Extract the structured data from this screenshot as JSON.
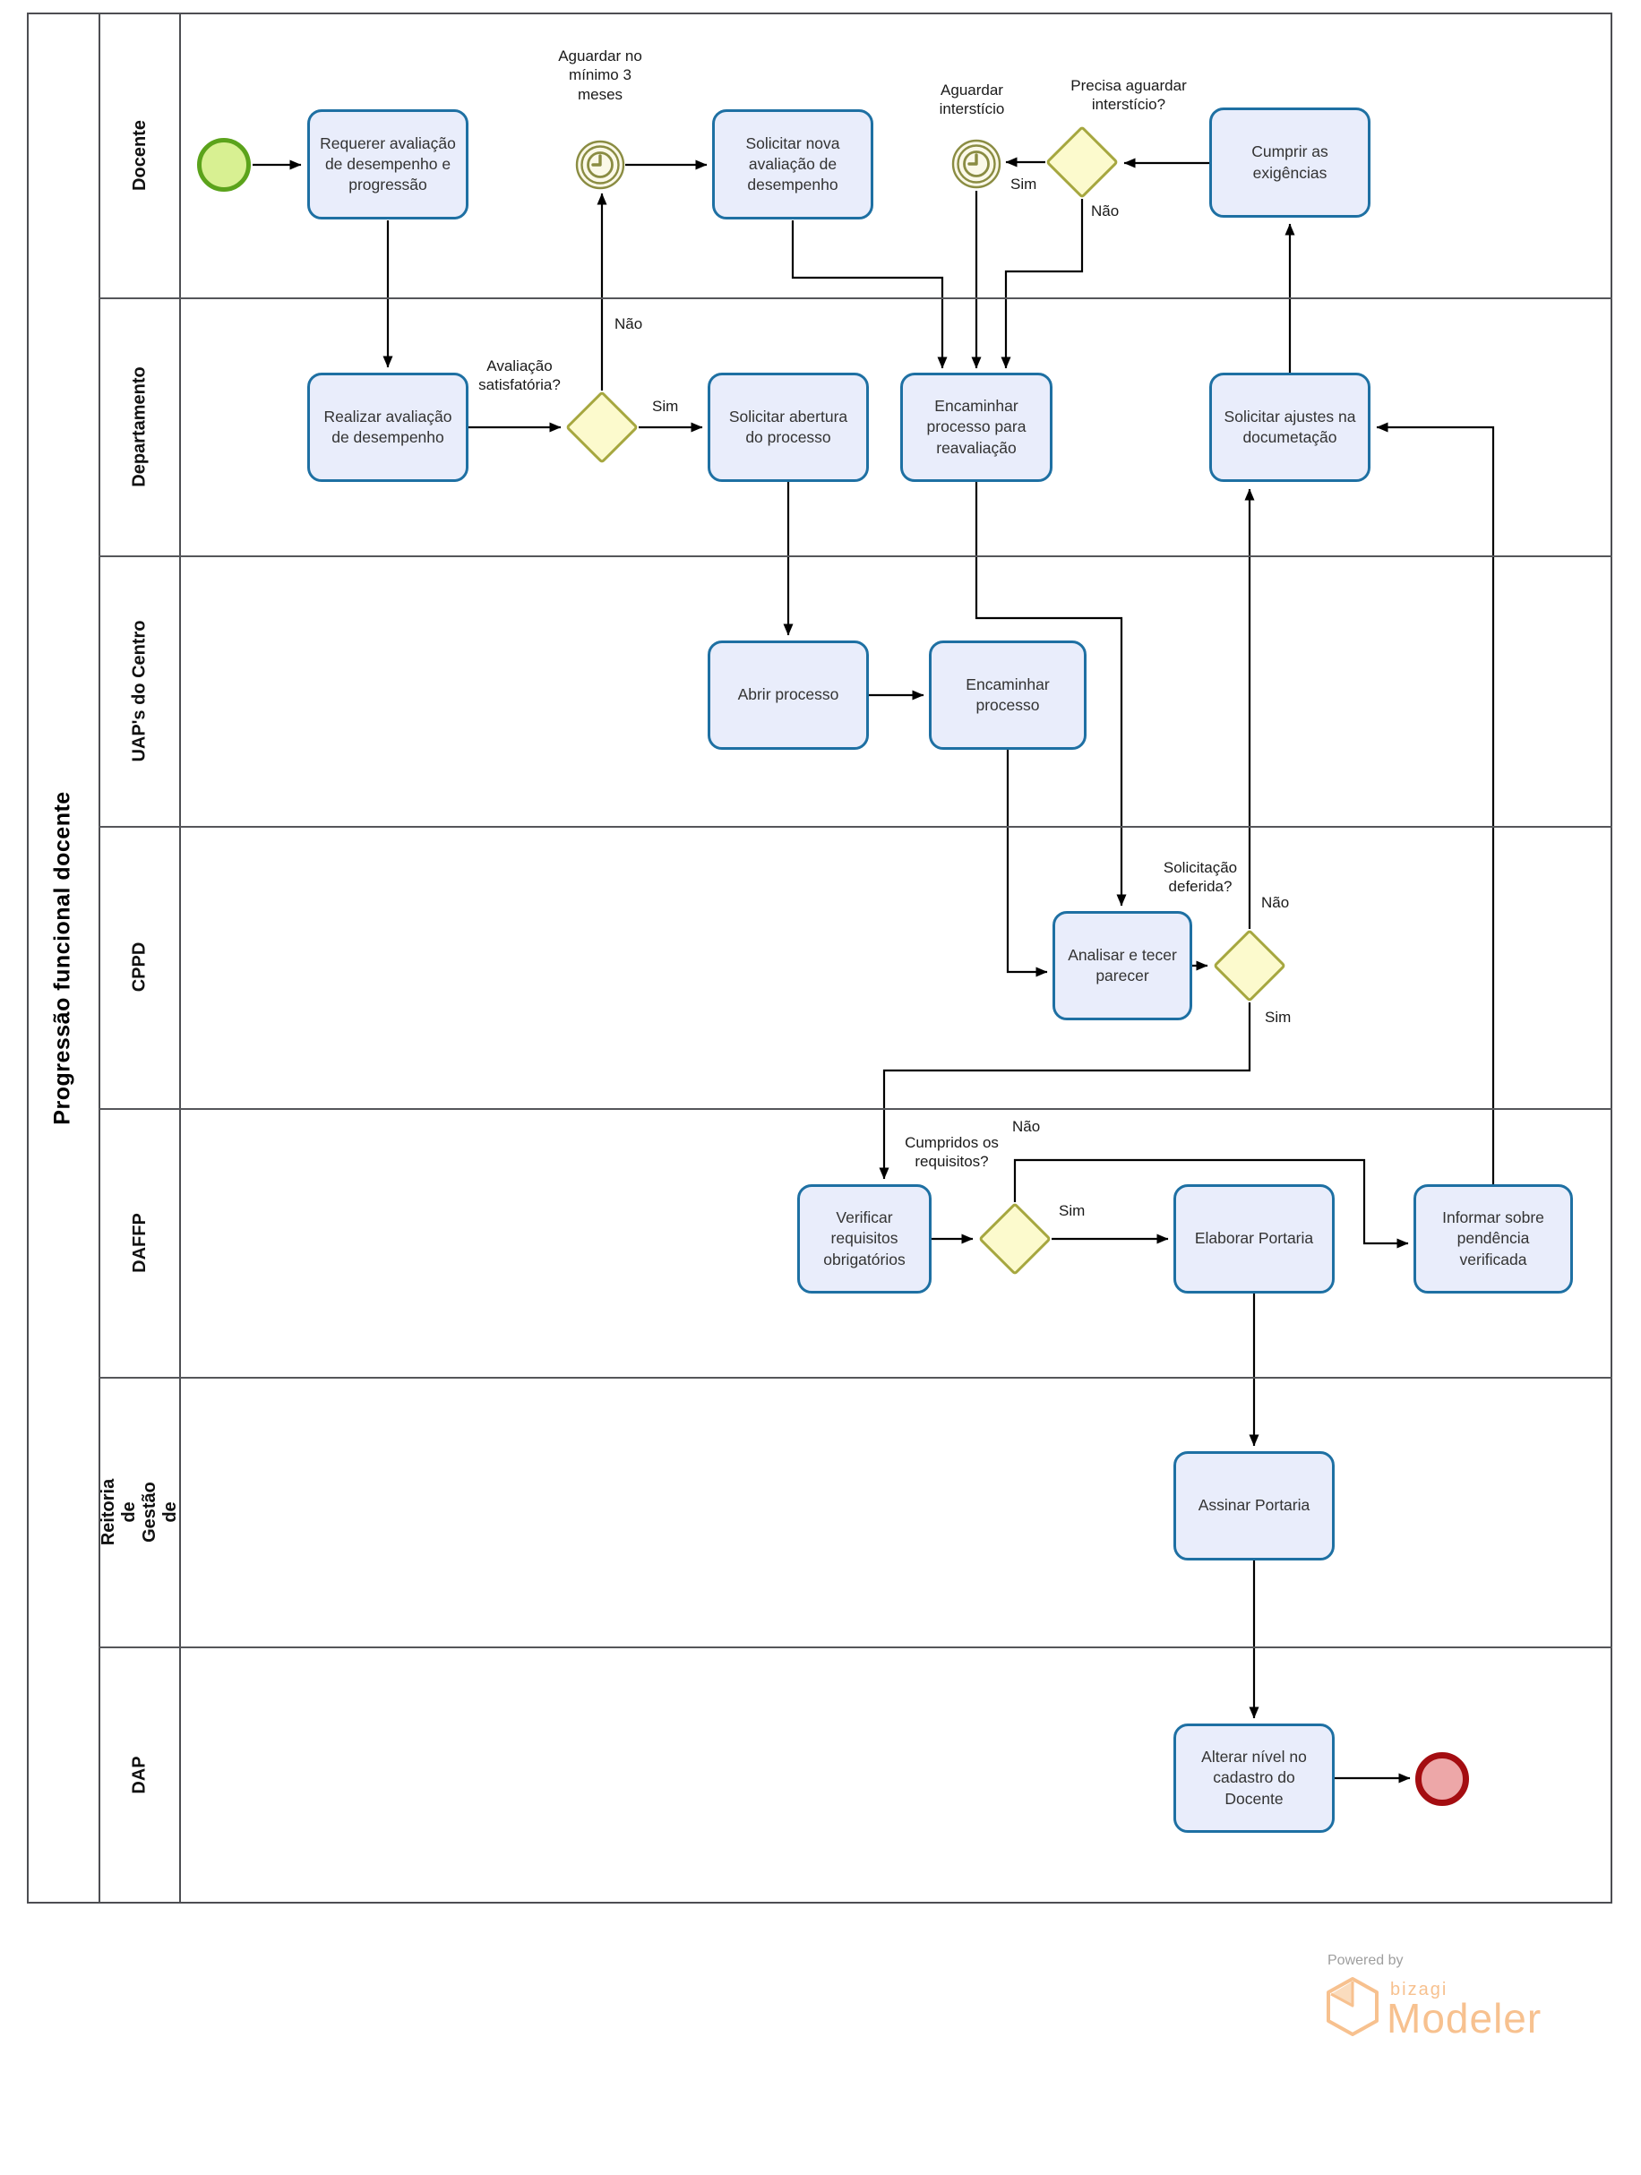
{
  "title": "Progressão funcional docente",
  "lanes": {
    "docente": "Docente",
    "departamento": "Departamento",
    "uap": "UAP's do Centro",
    "cppd": "CPPD",
    "daffp": "DAFFP",
    "pro_reitoria": "Pró-Reitoria de Gestão de Pessoas",
    "dap": "DAP"
  },
  "tasks": {
    "requerer": "Requerer avaliação de desempenho e progressão",
    "solicitar_nova": "Solicitar nova avaliação de desempenho",
    "cumprir": "Cumprir as exigências",
    "realizar": "Realizar avaliação de desempenho",
    "solicitar_abertura": "Solicitar abertura do processo",
    "encaminhar_reavaliacao": "Encaminhar processo para reavaliação",
    "solicitar_ajustes": "Solicitar ajustes na documetação",
    "abrir": "Abrir processo",
    "encaminhar": "Encaminhar processo",
    "analisar": "Analisar e tecer parecer",
    "verificar": "Verificar requisitos obrigatórios",
    "elaborar": "Elaborar Portaria",
    "informar": "Informar sobre pendência verificada",
    "assinar": "Assinar Portaria",
    "alterar": "Alterar nível no cadastro do Docente"
  },
  "events": {
    "timer_minimo": "Aguardar no mínimo 3 meses",
    "timer_intersticio": "Aguardar interstício"
  },
  "gateways": {
    "avaliacao_satisfatoria": "Avaliação satisfatória?",
    "precisa_aguardar": "Precisa aguardar interstício?",
    "solicitacao_deferida": "Solicitação deferida?",
    "cumpridos_requisitos": "Cumpridos os requisitos?"
  },
  "edge_labels": {
    "sim": "Sim",
    "nao": "Não"
  },
  "footer": {
    "powered_by": "Powered by",
    "brand": "bizagi",
    "product": "Modeler"
  },
  "colors": {
    "task_fill": "#e9edfb",
    "task_border": "#1e70a3",
    "gateway_fill": "#fcfacd",
    "gateway_border": "#a6a73f",
    "timer_stroke": "#8a8c42",
    "start_fill": "#d8f092",
    "start_border": "#5ba31b",
    "end_fill": "#eda7a8",
    "end_border": "#a40d11",
    "lane_line": "#55565a",
    "flow_line": "#000000",
    "brand_orange": "#f7c18f",
    "powered_gray": "#9e9e9e"
  }
}
